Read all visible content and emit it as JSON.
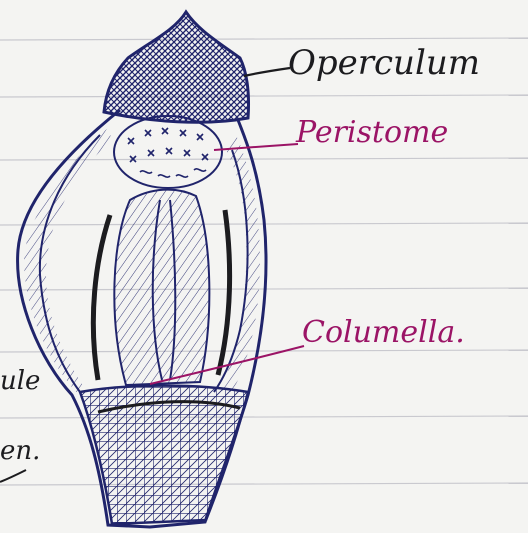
{
  "labels": {
    "operculum": "Operculum",
    "peristome": "Peristome",
    "columella": "Columella.",
    "fragment_left_1": "ule",
    "fragment_left_2": "en."
  },
  "colors": {
    "paper": "#f4f4f2",
    "rule_line": "#c9c9cf",
    "ink_blue": "#20246b",
    "ink_dark": "#1c1c1f",
    "ink_magenta": "#9b1466"
  }
}
